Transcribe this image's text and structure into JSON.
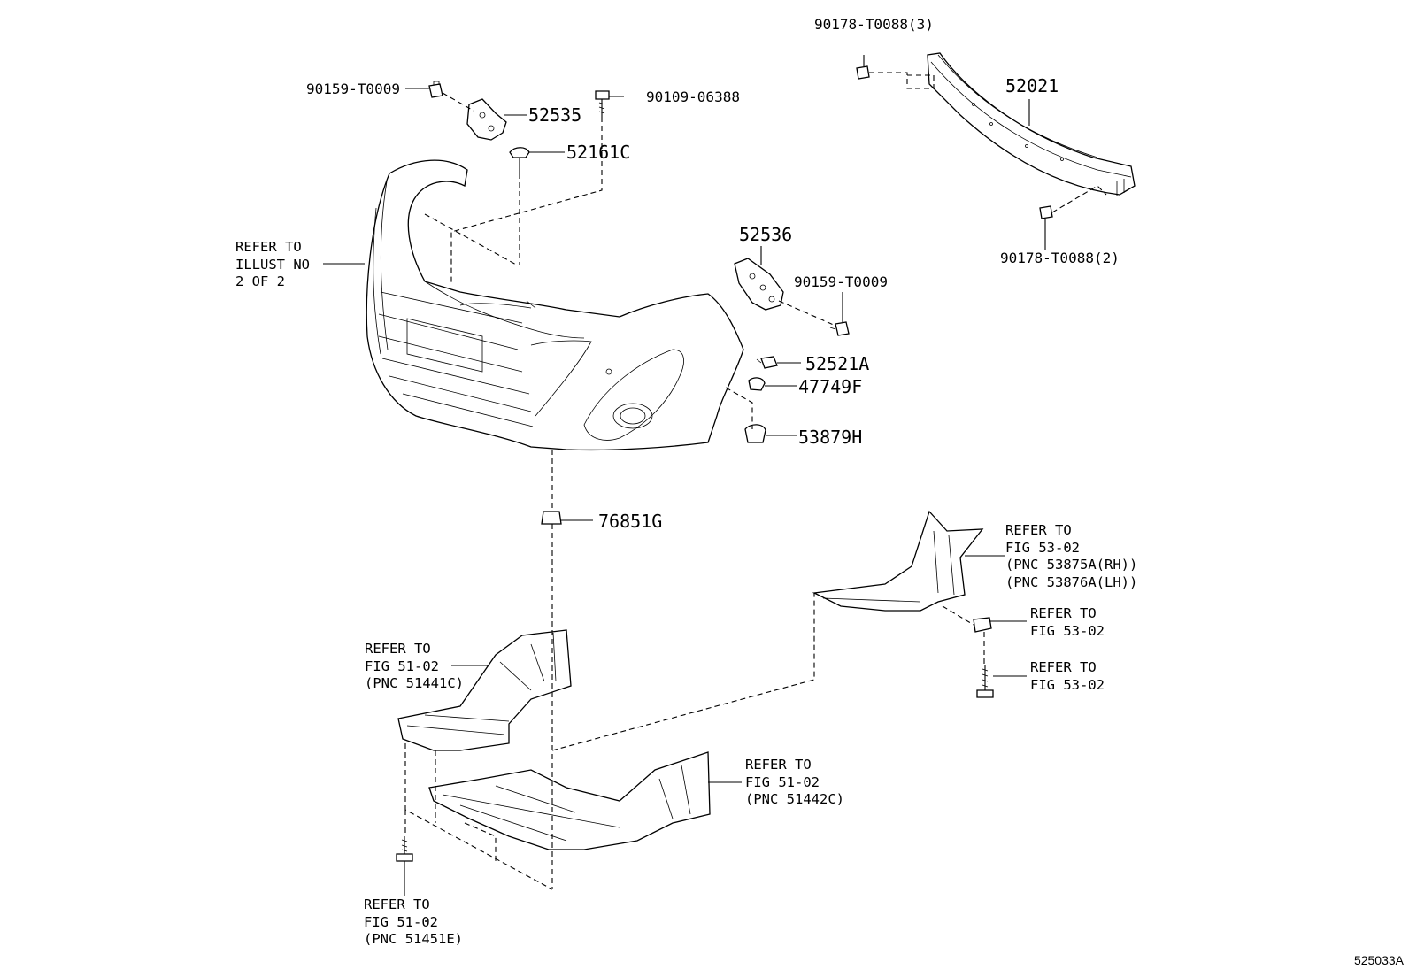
{
  "figure_id": "525033A",
  "part_labels": {
    "p90159_top": "90159-T0009",
    "p52535": "52535",
    "p90109": "90109-06388",
    "p52161c": "52161C",
    "p90178_3": "90178-T0088(3)",
    "p52021": "52021",
    "p90178_2": "90178-T0088(2)",
    "p52536": "52536",
    "p90159_mid": "90159-T0009",
    "p52521a": "52521A",
    "p47749f": "47749F",
    "p53879h": "53879H",
    "p76851g": "76851G"
  },
  "refer_notes": {
    "illust": [
      "REFER TO",
      "ILLUST NO",
      "2 OF 2"
    ],
    "fig53_liner": [
      "REFER TO",
      "FIG 53-02",
      "(PNC 53875A(RH))",
      "(PNC 53876A(LH))"
    ],
    "fig53_clip": [
      "REFER TO",
      "FIG 53-02"
    ],
    "fig53_screw": [
      "REFER TO",
      "FIG 53-02"
    ],
    "fig51_51441c": [
      "REFER TO",
      "FIG 51-02",
      "(PNC 51441C)"
    ],
    "fig51_51442c": [
      "REFER TO",
      "FIG 51-02",
      "(PNC 51442C)"
    ],
    "fig51_51451e": [
      "REFER TO",
      "FIG 51-02",
      "(PNC 51451E)"
    ]
  }
}
